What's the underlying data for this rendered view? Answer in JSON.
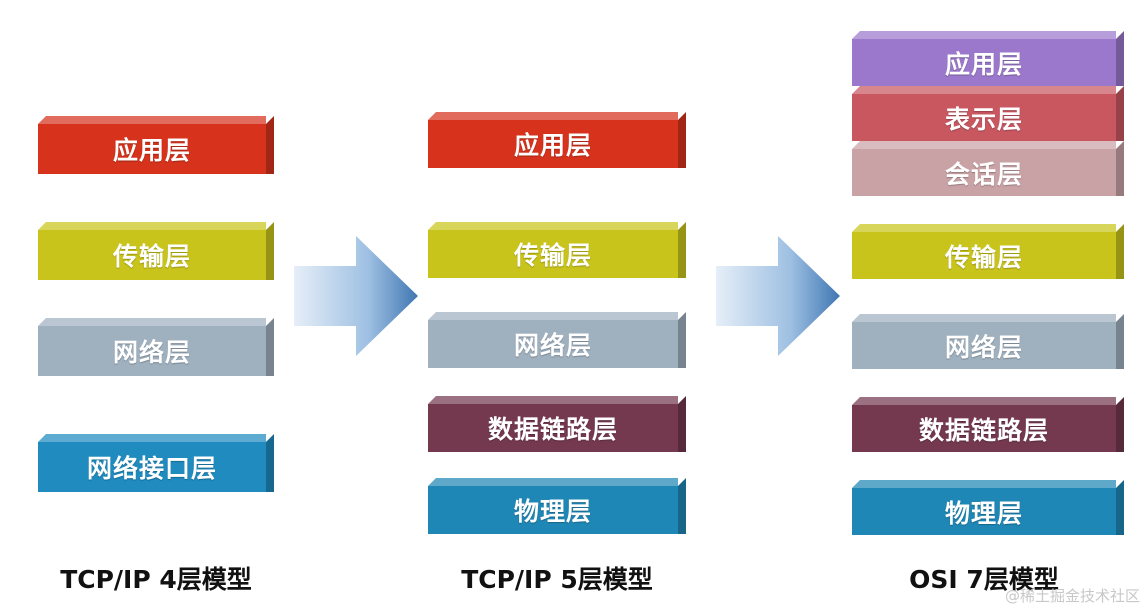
{
  "colors": {
    "application": "#d6321c",
    "transport": "#c9c41b",
    "network": "#9fb0bf",
    "network_interface": "#1f8bbf",
    "data_link": "#74384f",
    "physical": "#1f87b5",
    "osi_application": "#9b78cb",
    "osi_presentation": "#c95760",
    "osi_session": "#c9a2a6"
  },
  "models": [
    {
      "caption": "TCP/IP 4层模型",
      "layers": [
        {
          "label": "应用层",
          "color": "application"
        },
        {
          "label": "传输层",
          "color": "transport"
        },
        {
          "label": "网络层",
          "color": "network"
        },
        {
          "label": "网络接口层",
          "color": "network_interface"
        }
      ]
    },
    {
      "caption": "TCP/IP 5层模型",
      "layers": [
        {
          "label": "应用层",
          "color": "application"
        },
        {
          "label": "传输层",
          "color": "transport"
        },
        {
          "label": "网络层",
          "color": "network"
        },
        {
          "label": "数据链路层",
          "color": "data_link"
        },
        {
          "label": "物理层",
          "color": "physical"
        }
      ]
    },
    {
      "caption": "OSI 7层模型",
      "layers": [
        {
          "label": "应用层",
          "color": "osi_application"
        },
        {
          "label": "表示层",
          "color": "osi_presentation"
        },
        {
          "label": "会话层",
          "color": "osi_session"
        },
        {
          "label": "传输层",
          "color": "transport"
        },
        {
          "label": "网络层",
          "color": "network"
        },
        {
          "label": "数据链路层",
          "color": "data_link"
        },
        {
          "label": "物理层",
          "color": "physical"
        }
      ]
    }
  ],
  "watermark": "@稀土掘金技术社区"
}
